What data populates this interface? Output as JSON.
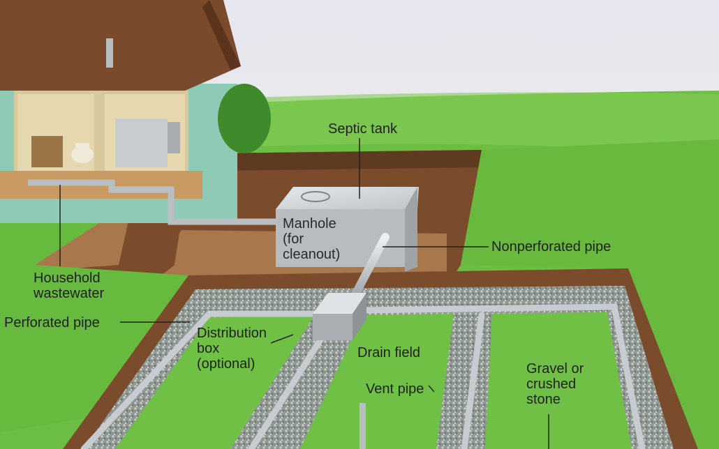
{
  "diagram": {
    "labels": {
      "septic_tank": "Septic tank",
      "manhole": "Manhole\n(for\ncleanout)",
      "nonperforated_pipe": "Nonperforated pipe",
      "household_wastewater": "Household\nwastewater",
      "perforated_pipe": "Perforated pipe",
      "distribution_box": "Distribution\nbox\n(optional)",
      "drain_field": "Drain field",
      "vent_pipe": "Vent pipe",
      "gravel": "Gravel or\ncrushed\nstone"
    },
    "colors": {
      "sky": "#e8ecec",
      "grass": "#5fb33a",
      "grass_light": "#7cc84a",
      "soil": "#8a5a36",
      "soil_dark": "#6b4024",
      "gravel": "#9aa3a0",
      "pipe": "#c9ced2",
      "house_wall": "#8fc8b5",
      "roof": "#7a4a2c",
      "tank": "#c4c8cc"
    }
  }
}
